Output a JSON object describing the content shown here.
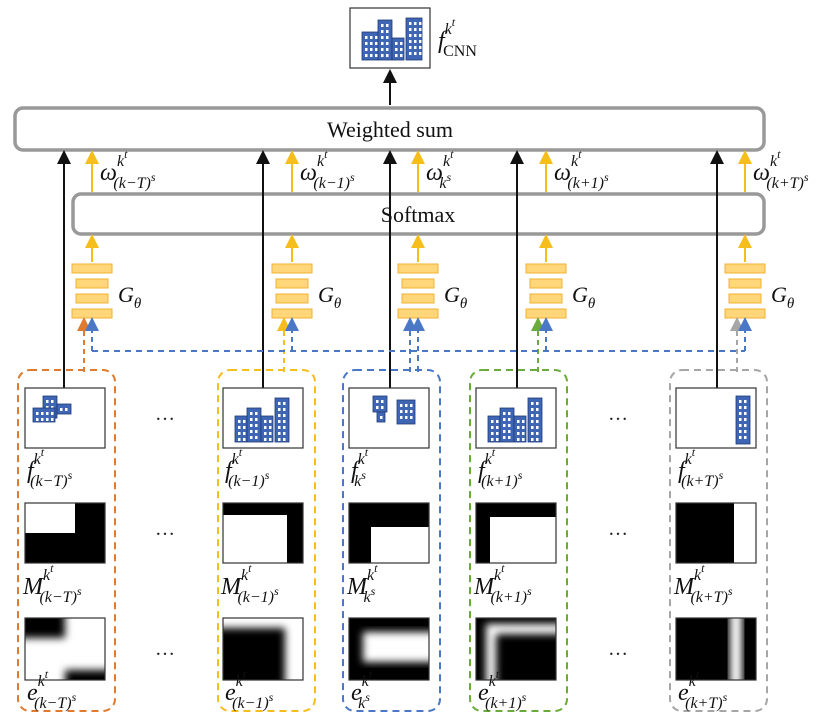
{
  "top": {
    "output": {
      "base": "f",
      "sup": "k",
      "supsup": "t",
      "sub": "CNN"
    }
  },
  "weighted_sum_label": "Weighted sum",
  "softmax_label": "Softmax",
  "g_theta": {
    "base": "G",
    "sub": "θ"
  },
  "ellipsis": "…",
  "colors": {
    "orange": "#e07a2e",
    "yellow": "#f5be1c",
    "blue": "#4a78c6",
    "green": "#6aab3c",
    "gray": "#a6a6a6",
    "network": "#ffd77a",
    "network_edge": "#f2b233",
    "arrow_up": "#f5be1c",
    "building": "#3e66b5"
  },
  "frames": [
    {
      "color": "orange",
      "omega": {
        "sub_pre": "(",
        "sub_mid": "k−T",
        "sub_post": ")",
        "sub_sup": "s"
      },
      "f": {
        "sub_pre": "(",
        "sub_mid": "k−T",
        "sub_post": ")",
        "sub_sup": "s"
      },
      "M": {
        "sub_pre": "(",
        "sub_mid": "k−T",
        "sub_post": ")",
        "sub_sup": "s"
      },
      "e": {
        "sub_pre": "(",
        "sub_mid": "k−T",
        "sub_post": ")",
        "sub_sup": "s"
      }
    },
    {
      "color": "yellow",
      "omega": {
        "sub_pre": "(",
        "sub_mid": "k−1",
        "sub_post": ")",
        "sub_sup": "s"
      },
      "f": {
        "sub_pre": "(",
        "sub_mid": "k−1",
        "sub_post": ")",
        "sub_sup": "s"
      },
      "M": {
        "sub_pre": "(",
        "sub_mid": "k−1",
        "sub_post": ")",
        "sub_sup": "s"
      },
      "e": {
        "sub_pre": "(",
        "sub_mid": "k−1",
        "sub_post": ")",
        "sub_sup": "s"
      }
    },
    {
      "color": "blue",
      "omega": {
        "sub_pre": "",
        "sub_mid": "k",
        "sub_post": "",
        "sub_sup": "s"
      },
      "f": {
        "sub_pre": "",
        "sub_mid": "k",
        "sub_post": "",
        "sub_sup": "s"
      },
      "M": {
        "sub_pre": "",
        "sub_mid": "k",
        "sub_post": "",
        "sub_sup": "s"
      },
      "e": {
        "sub_pre": "",
        "sub_mid": "k",
        "sub_post": "",
        "sub_sup": "s"
      }
    },
    {
      "color": "green",
      "omega": {
        "sub_pre": "(",
        "sub_mid": "k+1",
        "sub_post": ")",
        "sub_sup": "s"
      },
      "f": {
        "sub_pre": "(",
        "sub_mid": "k+1",
        "sub_post": ")",
        "sub_sup": "s"
      },
      "M": {
        "sub_pre": "(",
        "sub_mid": "k+1",
        "sub_post": ")",
        "sub_sup": "s"
      },
      "e": {
        "sub_pre": "(",
        "sub_mid": "k+1",
        "sub_post": ")",
        "sub_sup": "s"
      }
    },
    {
      "color": "gray",
      "omega": {
        "sub_pre": "(",
        "sub_mid": "k+T",
        "sub_post": ")",
        "sub_sup": "s"
      },
      "f": {
        "sub_pre": "(",
        "sub_mid": "k+T",
        "sub_post": ")",
        "sub_sup": "s"
      },
      "M": {
        "sub_pre": "(",
        "sub_mid": "k+T",
        "sub_post": ")",
        "sub_sup": "s"
      },
      "e": {
        "sub_pre": "(",
        "sub_mid": "k+T",
        "sub_post": ")",
        "sub_sup": "s"
      }
    }
  ],
  "symbols": {
    "omega": "ω",
    "f": "f",
    "M": "M",
    "e": "e",
    "k": "k",
    "t": "t"
  }
}
